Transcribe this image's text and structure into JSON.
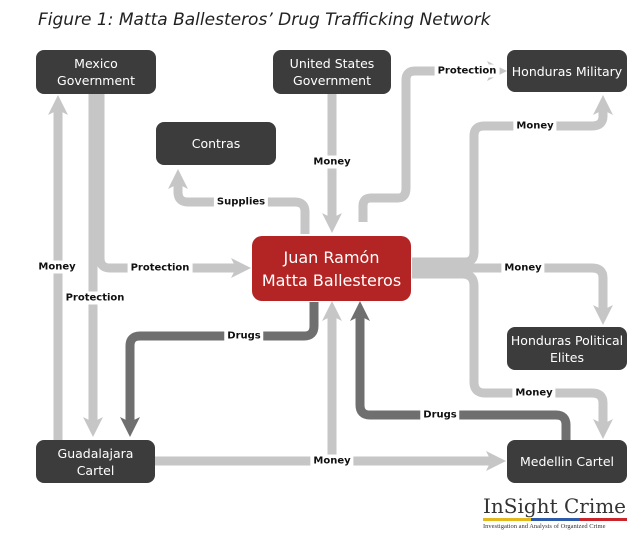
{
  "title": "Figure 1: Matta Ballesteros’ Drug Trafficking Network",
  "colors": {
    "node_bg": "#3c3c3c",
    "center_bg": "#b32424",
    "arrow_light": "#c6c6c6",
    "arrow_dark": "#6f6f6f",
    "logo_bar": [
      "#e2b81f",
      "#2e5aa8",
      "#c9232c"
    ]
  },
  "nodes": {
    "mexico_government": "Mexico\nGovernment",
    "united_states_government": "United States\nGovernment",
    "honduras_military": "Honduras Military",
    "contras": "Contras",
    "juan_ramon_matta_ballesteros": "Juan Ramón\nMatta Ballesteros",
    "honduras_political_elites": "Honduras Political\nElites",
    "guadalajara_cartel": "Guadalajara\nCartel",
    "medellin_cartel": "Medellin Cartel"
  },
  "edge_labels": {
    "protection_honduras_military": "Protection",
    "money_honduras_military": "Money",
    "money_united_states": "Money",
    "supplies_contras": "Supplies",
    "protection_mexico_to_center": "Protection",
    "money_guadalajara_to_mexico": "Money",
    "protection_mexico_to_guadalajara": "Protection",
    "money_political_elites": "Money",
    "drugs_center_to_guadalajara": "Drugs",
    "money_medellin": "Money",
    "drugs_medellin_to_center": "Drugs",
    "money_guadalajara_to_medellin": "Money"
  },
  "logo": {
    "name": "InSight Crime",
    "tagline": "Investigation and Analysis of Organized Crime"
  }
}
